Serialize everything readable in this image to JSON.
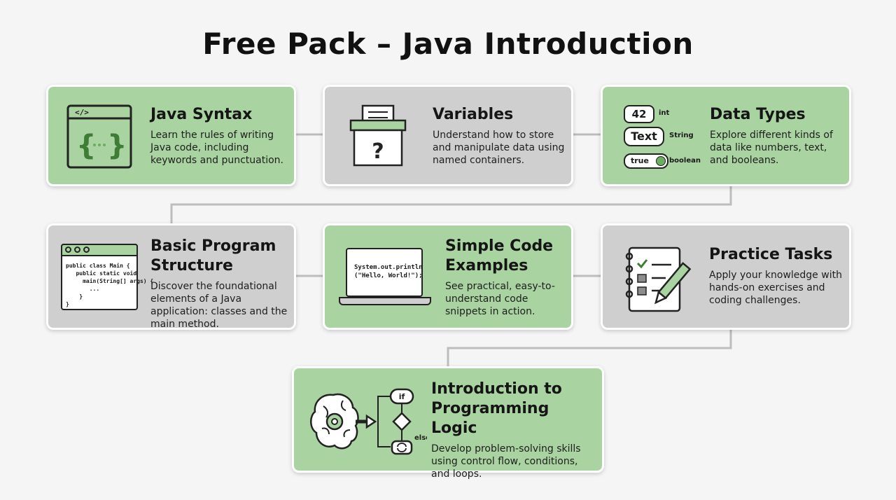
{
  "title": "Free Pack – Java Introduction",
  "cards": [
    {
      "title": "Java Syntax",
      "description": "Learn the rules of writing Java code, including keywords and punctuation.",
      "icon_text": "</>"
    },
    {
      "title": "Variables",
      "description": "Understand how to store and manipulate data using named containers.",
      "icon_text": "?"
    },
    {
      "title": "Data Types",
      "description": "Explore different kinds of data like numbers, text, and booleans.",
      "types": [
        {
          "value": "42",
          "label": "int"
        },
        {
          "value": "Text",
          "label": "String"
        },
        {
          "value": "true",
          "label": "boolean"
        }
      ]
    },
    {
      "title": "Basic Program Structure",
      "description": "Discover the foundational elements of a Java application: classes and the main method.",
      "code": "public class Main {\n   public static void\n     main(String[] args) {\n       ...\n    }\n}"
    },
    {
      "title": "Simple Code Examples",
      "description": "See practical, easy-to-understand code snippets in action.",
      "code": "System.out.println\n(\"Hello, World!\");"
    },
    {
      "title": "Practice Tasks",
      "description": "Apply your knowledge with hands-on exercises and coding challenges."
    },
    {
      "title": "Introduction to Programming Logic",
      "description": "Develop problem-solving skills using control flow, conditions, and loops.",
      "flow_if": "if",
      "flow_else": "else"
    }
  ]
}
